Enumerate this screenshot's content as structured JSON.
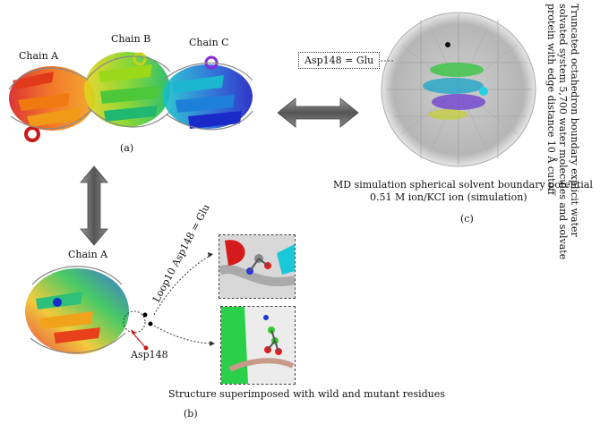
{
  "panel_a": {
    "chain_a": "Chain A",
    "chain_b": "Chain B",
    "chain_c": "Chain C",
    "caption": "(a)"
  },
  "panel_b": {
    "chain_a": "Chain A",
    "loop_label": "Loop10 Asp148 = Glu",
    "asp_label": "Asp148",
    "description": "Structure superimposed with wild and mutant residues",
    "caption": "(b)"
  },
  "panel_c": {
    "mutation_box": "Asp148 = Glu",
    "line1": "MD simulation spherical solvent boundary potential",
    "line2": "0.51 M ion/KCI ion (simulation)",
    "caption": "(c)",
    "vertical_line1": "Truncated octahedron boundary explicit water",
    "vertical_line2": "solvated system 5,700 water molecules and solvate",
    "vertical_line3": "protein with edge distance 10 Å cutoff"
  }
}
